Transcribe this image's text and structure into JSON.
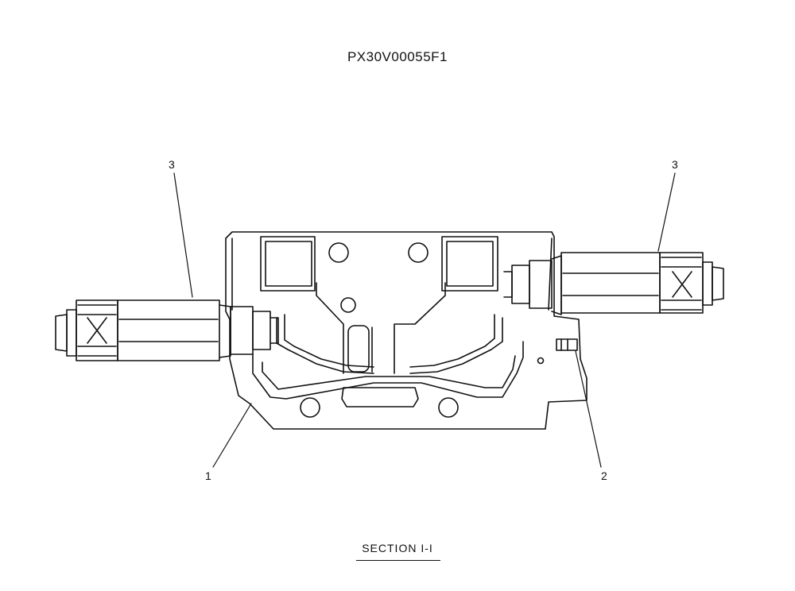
{
  "drawing": {
    "code": "PX30V00055F1",
    "section_label": "SECTION  I-I"
  },
  "callouts": [
    {
      "id": "callout-3-left",
      "label": "3"
    },
    {
      "id": "callout-3-right",
      "label": "3"
    },
    {
      "id": "callout-1",
      "label": "1"
    },
    {
      "id": "callout-2",
      "label": "2"
    }
  ]
}
